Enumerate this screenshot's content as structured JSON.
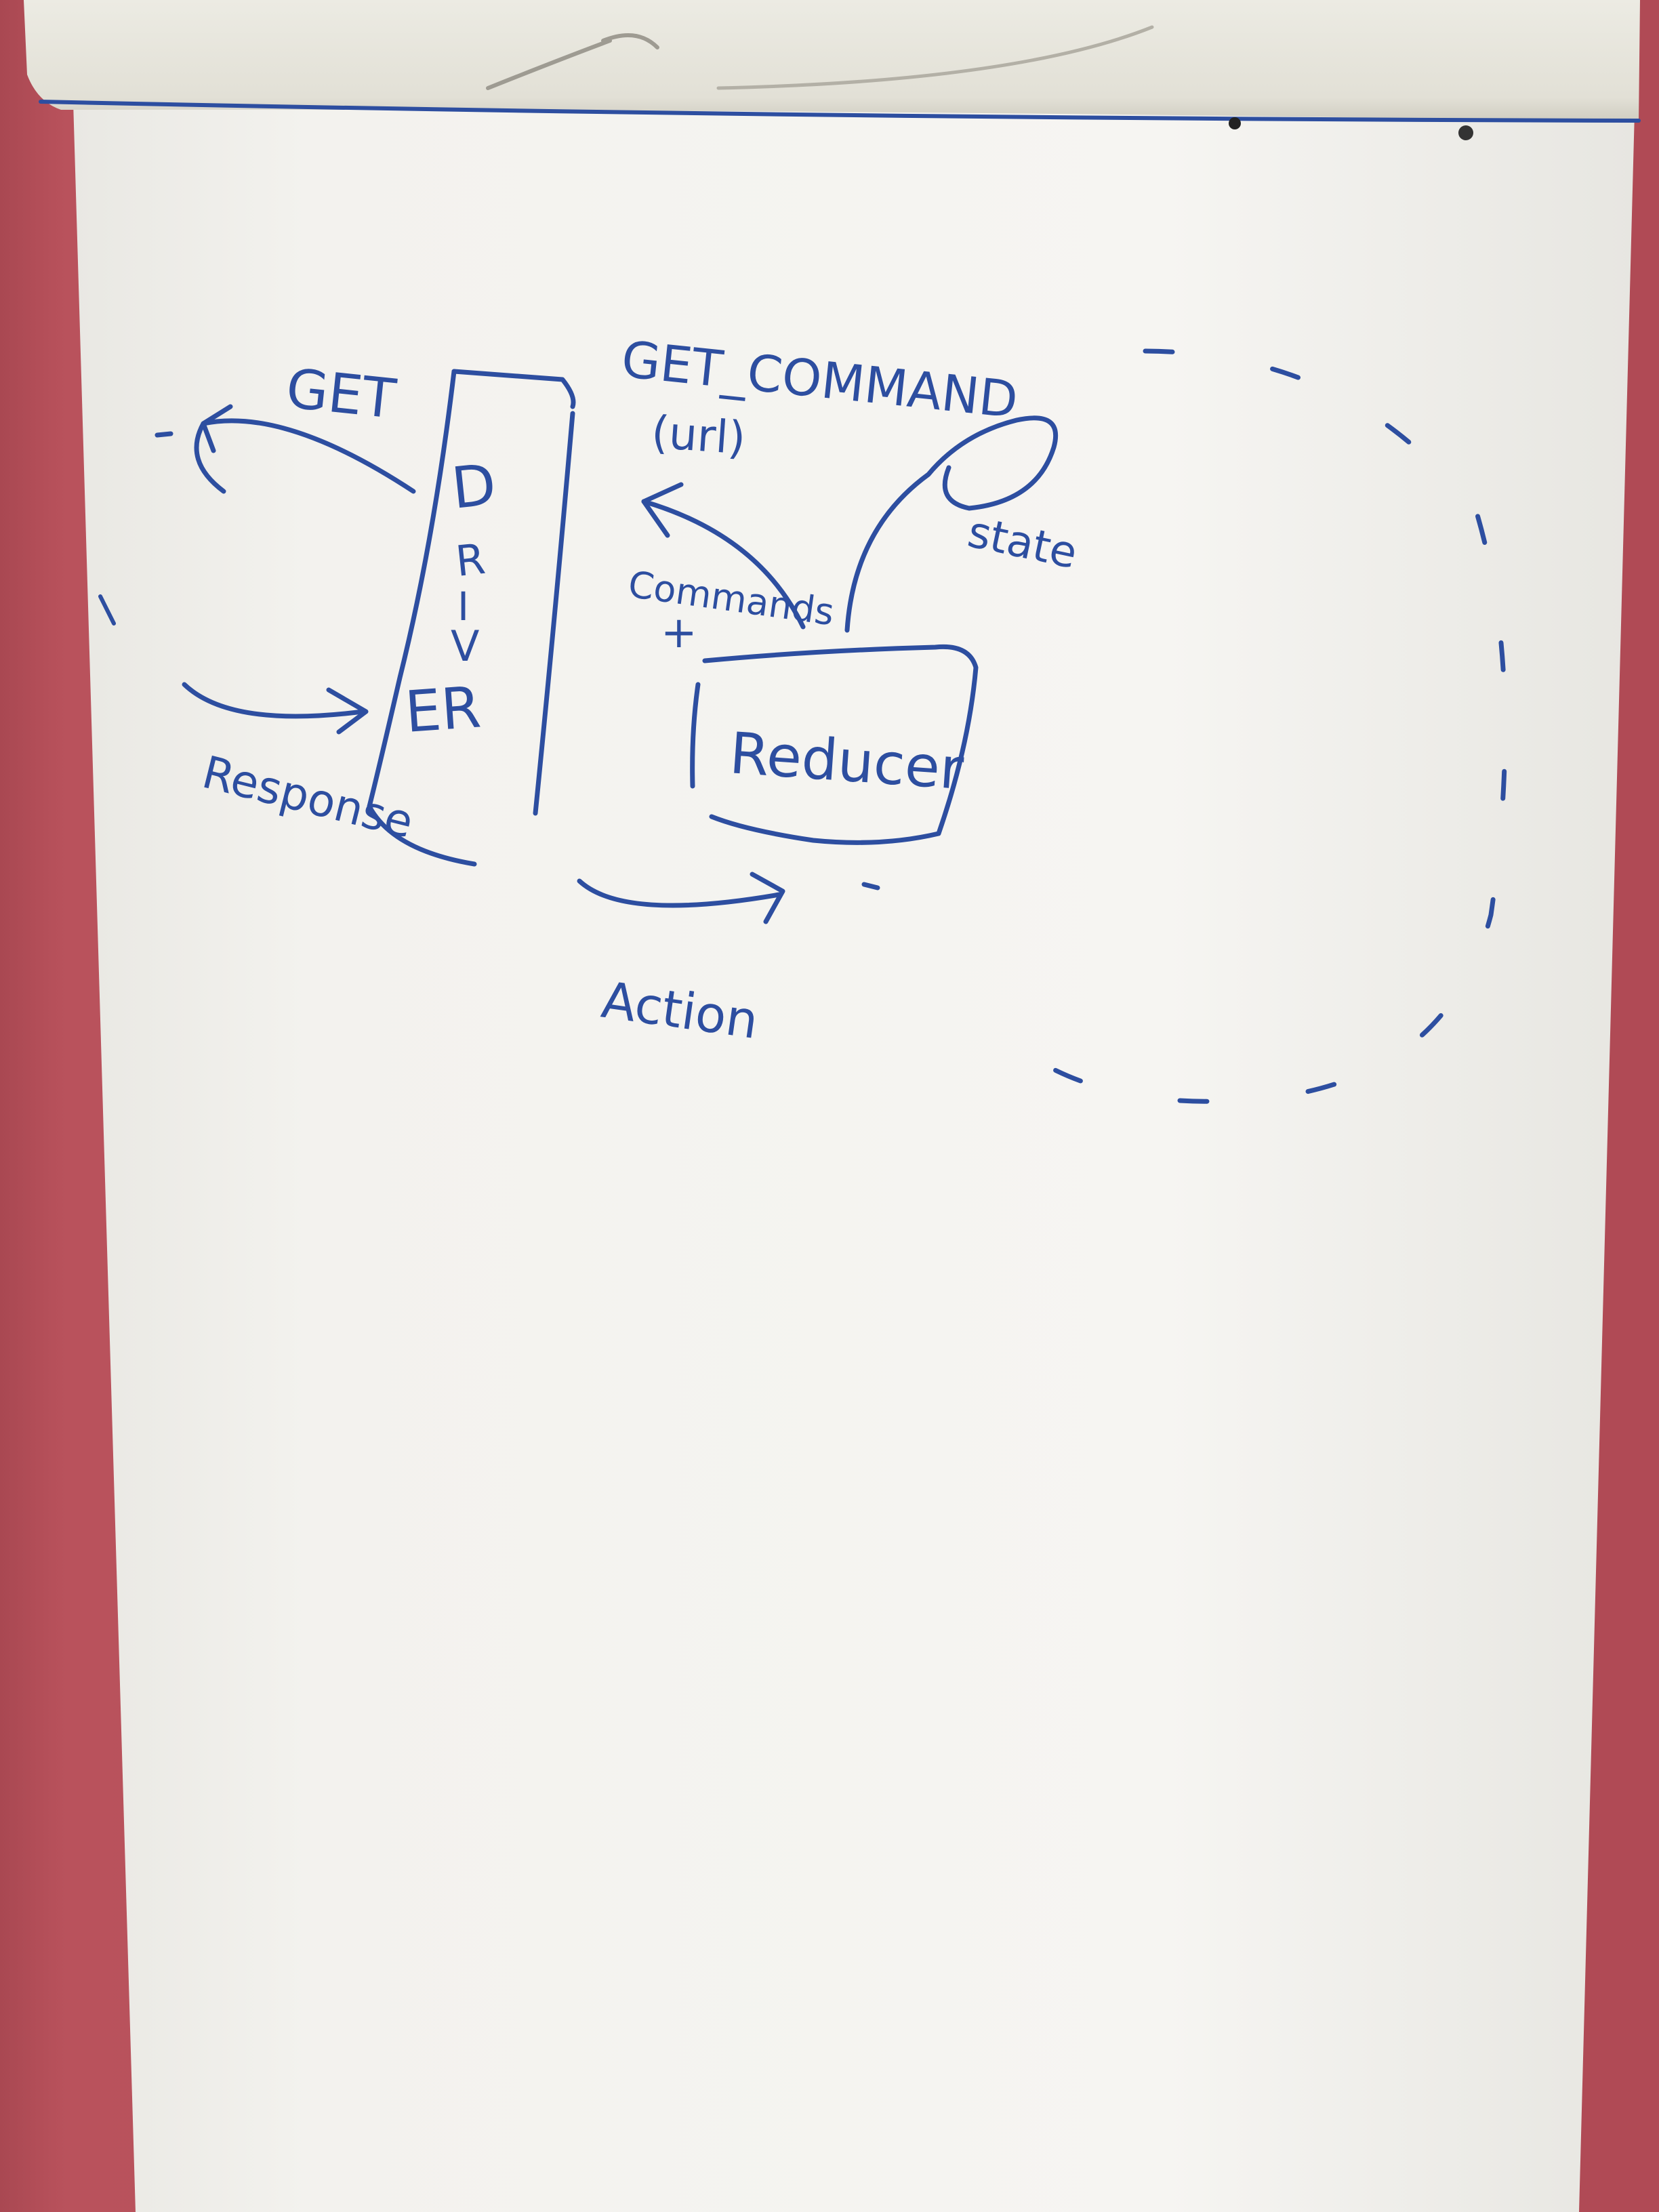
{
  "diagram": {
    "driver_letters": [
      "D",
      "R",
      "I",
      "V",
      "ER"
    ],
    "labels": {
      "get": "GET",
      "response": "Response",
      "get_command": "GET_COMMAND",
      "get_command_args": "(url)",
      "commands": "Commands",
      "state": "state",
      "reducer": "Reducer",
      "action": "Action"
    }
  },
  "colors": {
    "ink": "#2d4ea0",
    "paper": "#f4f3ef",
    "wall": "#b4515a"
  }
}
